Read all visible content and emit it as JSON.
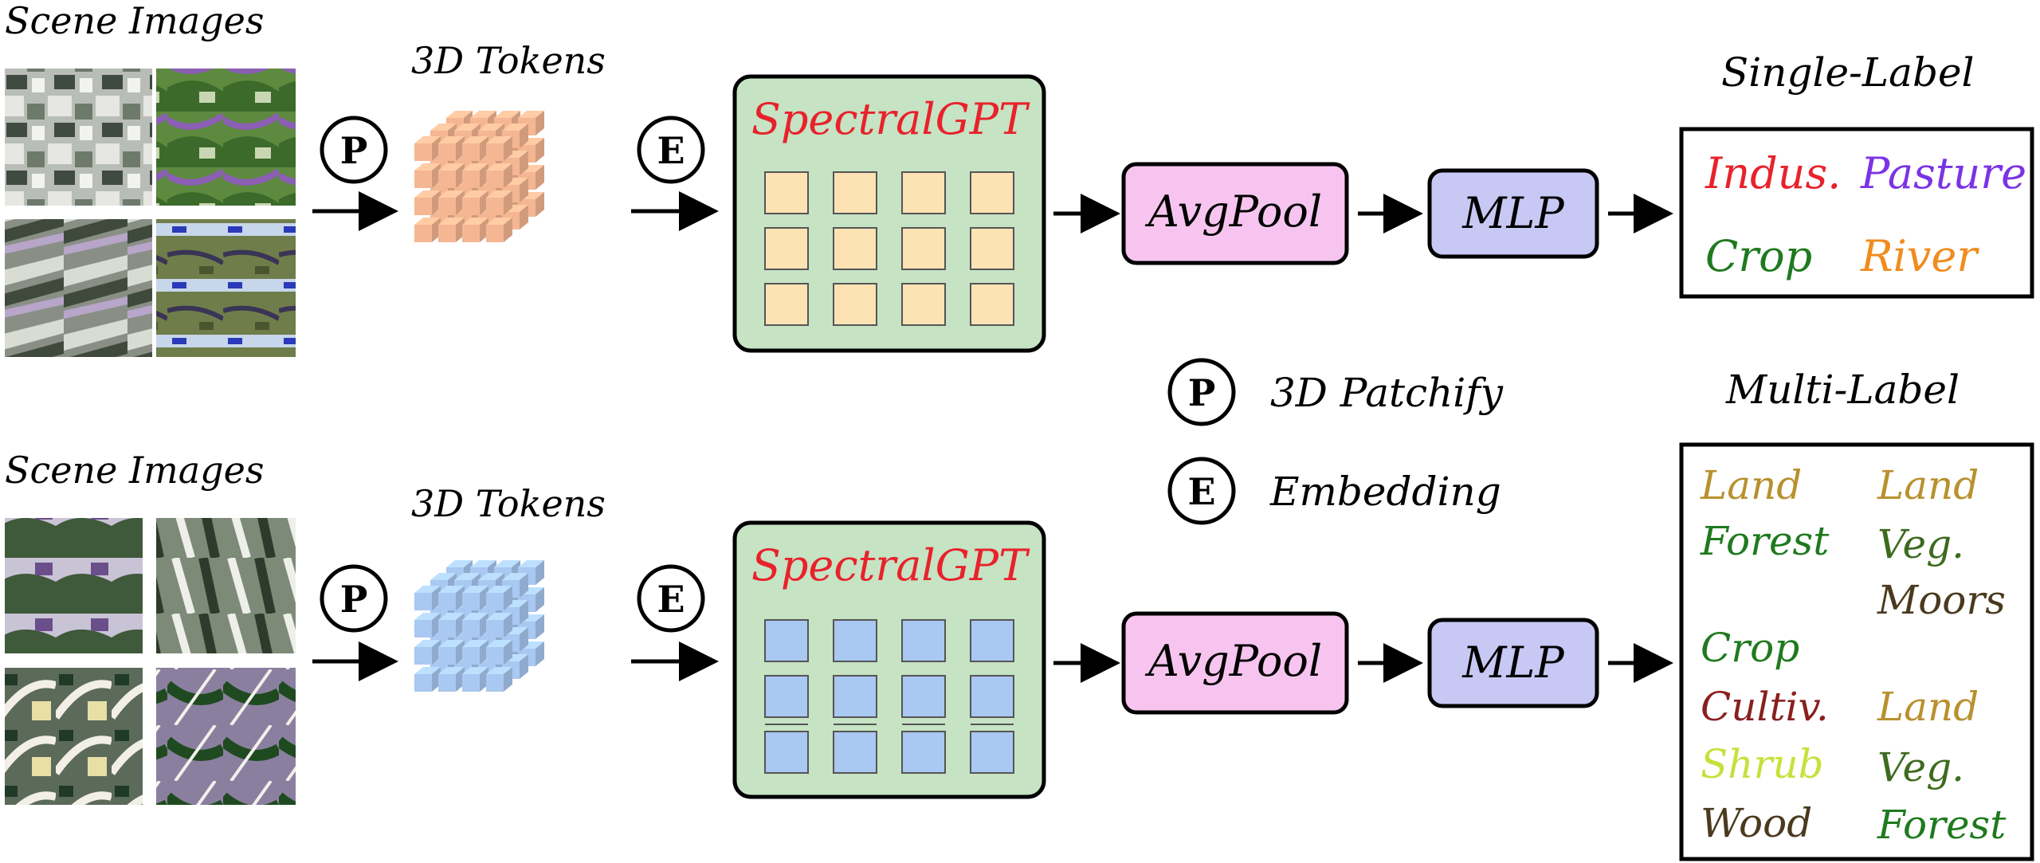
{
  "rows": [
    {
      "id": "single",
      "scene_title": "Scene Images",
      "tokens_title": "3D Tokens",
      "patch_symbol": "P",
      "embed_symbol": "E",
      "model_title": "SpectralGPT",
      "avgpool_label": "AvgPool",
      "mlp_label": "MLP",
      "output_title": "Single-Label",
      "token_color": "#f5b693",
      "cell_color": "#fde3b4",
      "labels": [
        {
          "text": "Indus.",
          "color": "#e8222b"
        },
        {
          "text": "Pasture",
          "color": "#7b33e6"
        },
        {
          "text": "Crop",
          "color": "#1f7a1f"
        },
        {
          "text": "River",
          "color": "#f08c1e"
        }
      ]
    },
    {
      "id": "multi",
      "scene_title": "Scene Images",
      "tokens_title": "3D Tokens",
      "patch_symbol": "P",
      "embed_symbol": "E",
      "model_title": "SpectralGPT",
      "avgpool_label": "AvgPool",
      "mlp_label": "MLP",
      "output_title": "Multi-Label",
      "token_color": "#a9c8f2",
      "cell_color": "#a9c8f2",
      "labels": [
        {
          "text": "Land",
          "color": "#b8912e"
        },
        {
          "text": "Land",
          "color": "#b8912e"
        },
        {
          "text": "Forest",
          "color": "#1f7a1f"
        },
        {
          "text": "Veg.",
          "color": "#3d6b1f"
        },
        {
          "text": "Moors",
          "color": "#4a3a1e"
        },
        {
          "text": "Crop",
          "color": "#1f7a1f"
        },
        {
          "text": "Cultiv.",
          "color": "#8a1f1f"
        },
        {
          "text": "Land",
          "color": "#b8912e"
        },
        {
          "text": "Shrub",
          "color": "#c8e03a"
        },
        {
          "text": "Veg.",
          "color": "#3d6b1f"
        },
        {
          "text": "Wood",
          "color": "#4a3a1e"
        },
        {
          "text": "Forest",
          "color": "#1f7a1f"
        }
      ]
    }
  ],
  "legend": [
    {
      "symbol": "P",
      "text": "3D Patchify"
    },
    {
      "symbol": "E",
      "text": "Embedding"
    }
  ],
  "colors": {
    "model_fill": "#c6e3c4",
    "avgpool_fill": "#f7c4ef",
    "mlp_fill": "#c8c8f5",
    "title_red": "#e8222b"
  }
}
